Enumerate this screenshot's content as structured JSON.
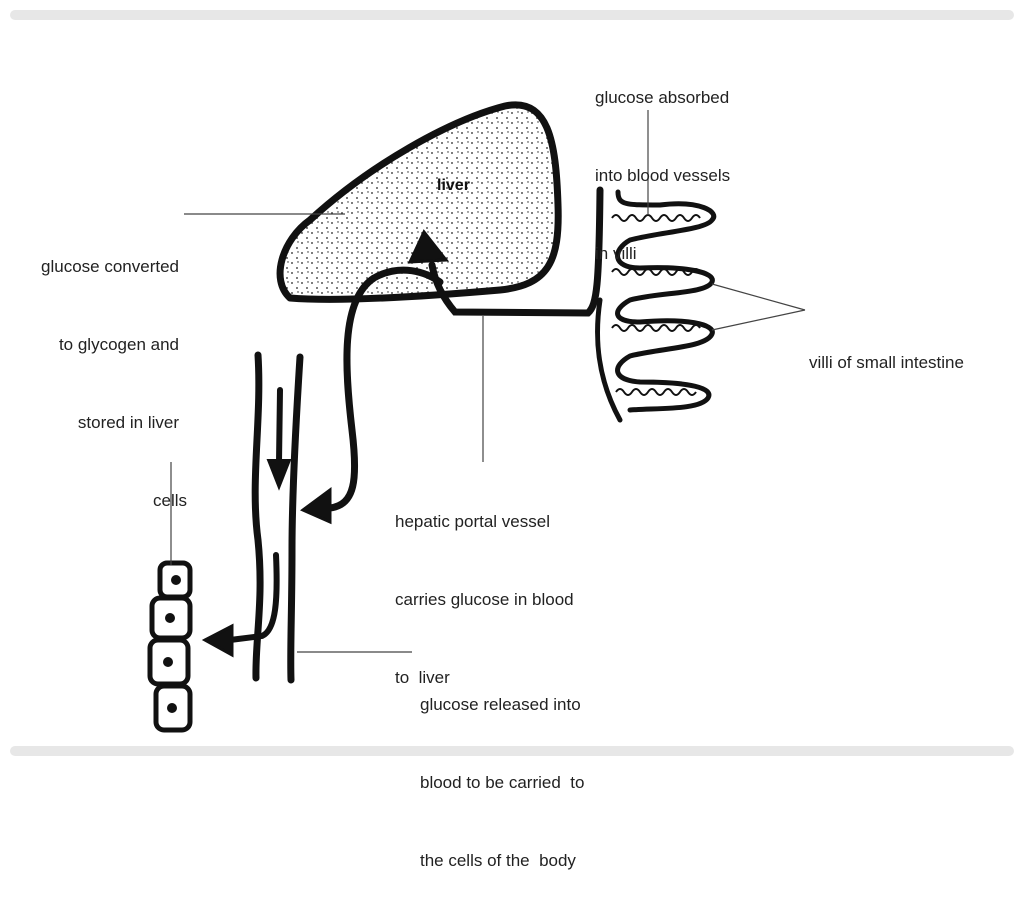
{
  "labels": {
    "villi_absorb": [
      "glucose absorbed",
      "into blood vessels",
      "in villi"
    ],
    "liver_convert": [
      "glucose converted",
      "to glycogen and",
      "stored in liver"
    ],
    "villi": [
      "villi of small intestine"
    ],
    "portal": [
      "hepatic portal vessel",
      "carries glucose in blood",
      "to  liver"
    ],
    "cells": [
      "cells"
    ],
    "released": [
      "glucose released into",
      "blood to be carried  to",
      "the cells of the  body"
    ]
  },
  "organ": {
    "liver": "liver"
  },
  "colors": {
    "ink": "#111111",
    "text": "#222222",
    "frame": "#e7e7e7"
  }
}
